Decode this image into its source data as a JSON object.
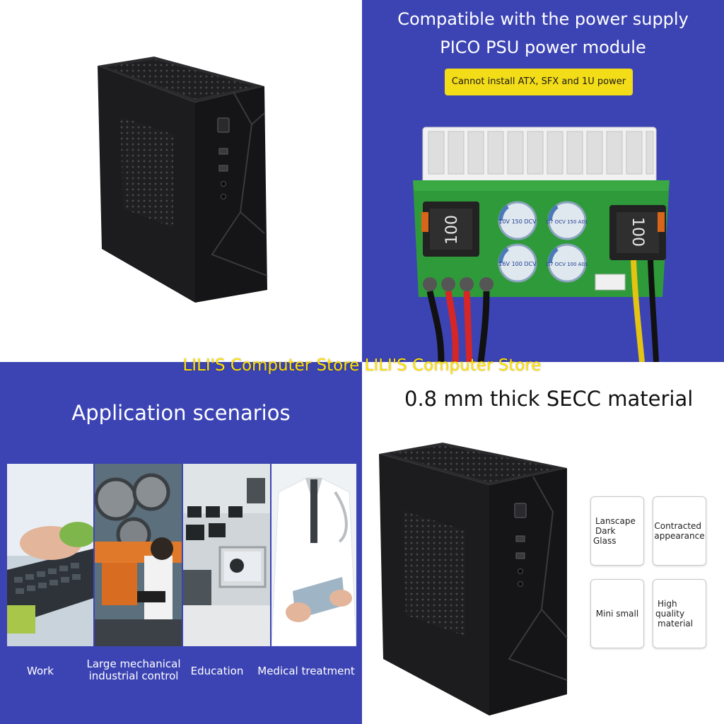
{
  "psu_panel": {
    "title_line1": "Compatible with the power supply",
    "title_line2": "PICO PSU power module",
    "warning_badge": "Cannot install ATX, SFX and 1U power",
    "inductor_mark_left": "100",
    "inductor_mark_right": "100",
    "cap_labels": [
      "10V 150 DCV",
      "D7 OCV 150 A01",
      "16V 100 DCV",
      "D7 OCV 100 A01"
    ]
  },
  "watermark": "LILI'S Computer Store LILI'S Computer Store",
  "applications": {
    "title": "Application scenarios",
    "scenes": [
      {
        "label_line1": "Work",
        "label_line2": ""
      },
      {
        "label_line1": "Large mechanical",
        "label_line2": "industrial control"
      },
      {
        "label_line1": "Education",
        "label_line2": ""
      },
      {
        "label_line1": "Medical treatment",
        "label_line2": ""
      }
    ]
  },
  "material": {
    "title": "0.8 mm thick SECC material",
    "features": [
      {
        "line1": "Lanscape",
        "line2": "Dark Glass"
      },
      {
        "line1": "Contracted",
        "line2": "appearance"
      },
      {
        "line1": "Mini small",
        "line2": ""
      },
      {
        "line1": "High quality",
        "line2": "material"
      }
    ]
  },
  "colors": {
    "panel_blue": "#3c44b4",
    "badge_yellow": "#f3dc18",
    "watermark_yellow": "#ffe100",
    "case_black": "#1b1b1d"
  }
}
